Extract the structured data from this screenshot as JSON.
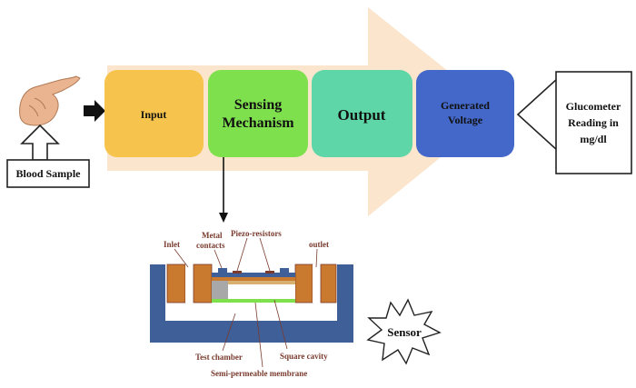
{
  "colors": {
    "big_arrow": "#fbe5cc",
    "input": "#f6c44c",
    "sensing": "#7fe04e",
    "output": "#5fd6a8",
    "voltage": "#4468c9",
    "sensor_outer": "#3e5f98",
    "metal": "#c97a2f",
    "label": "#7a3b2e"
  },
  "blocks": {
    "input": "Input",
    "sensing_line1": "Sensing",
    "sensing_line2": "Mechanism",
    "output": "Output",
    "voltage_line1": "Generated",
    "voltage_line2": "Voltage"
  },
  "left": {
    "blood_sample": "Blood Sample",
    "hand_icon": "pointing-hand-icon"
  },
  "right": {
    "glucometer_line1": "Glucometer",
    "glucometer_line2": "Reading in",
    "glucometer_line3": "mg/dl"
  },
  "sensor": {
    "starburst": "Sensor",
    "inlet": "Inlet",
    "metal_line1": "Metal",
    "metal_line2": "contacts",
    "piezo": "Piezo-resistors",
    "outlet": "outlet",
    "test_chamber": "Test chamber",
    "square_cavity": "Square cavity",
    "membrane": "Semi-permeable membrane"
  }
}
